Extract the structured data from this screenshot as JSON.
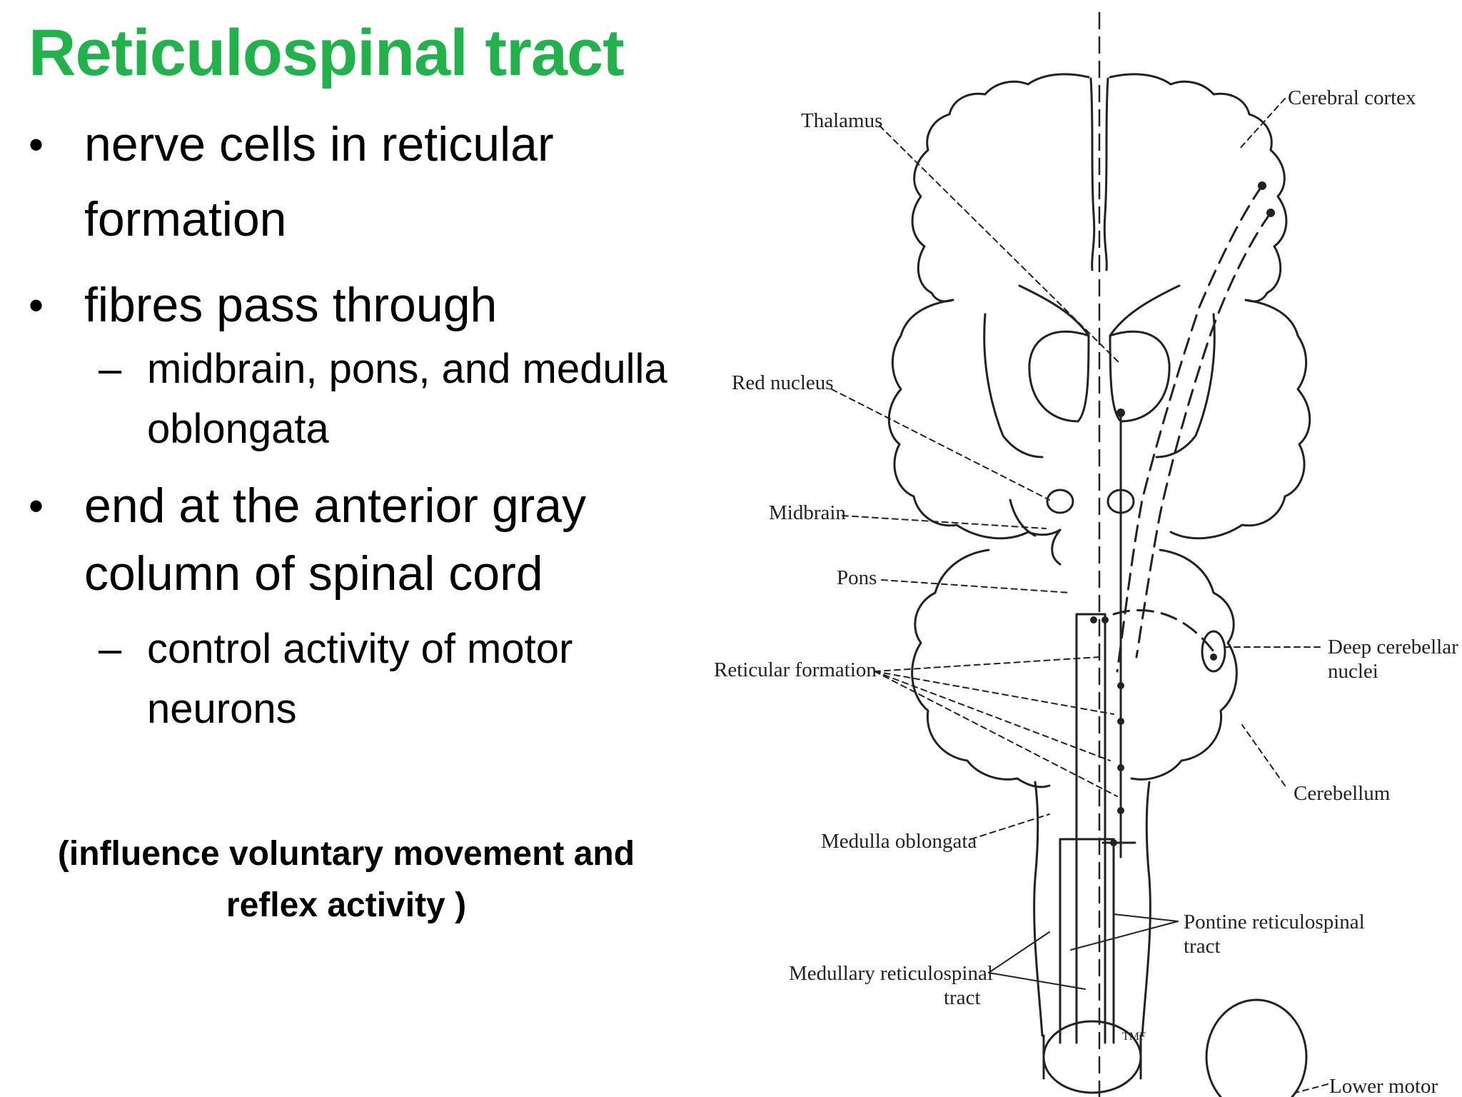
{
  "title": "Reticulospinal tract",
  "bullets": [
    {
      "text": "nerve cells in reticular formation",
      "sub": []
    },
    {
      "text": "fibres pass through",
      "sub": [
        "midbrain, pons, and medulla oblongata"
      ]
    },
    {
      "text": "end  at the anterior gray column of spinal cord",
      "sub": [
        "control activity of motor neurons"
      ]
    }
  ],
  "bullet_glyph": "•",
  "sub_glyph": "–",
  "note": "(influence voluntary movement and reflex activity )",
  "figure": {
    "labels": {
      "thalamus": "Thalamus",
      "cerebral_cortex": "Cerebral cortex",
      "red_nucleus": "Red nucleus",
      "midbrain": "Midbrain",
      "pons": "Pons",
      "deep_cerebellar": "Deep cerebellar",
      "nuclei": "nuclei",
      "reticular_formation": "Reticular formation",
      "cerebellum": "Cerebellum",
      "medulla_oblongata": "Medulla oblongata",
      "pontine_reticulospinal": "Pontine reticulospinal",
      "pontine_tract": "tract",
      "medullary_reticulospinal": "Medullary reticulospinal",
      "medullary_tract": "tract",
      "lower_motor": "Lower motor",
      "tmf": "TMF"
    }
  },
  "colors": {
    "title": "#22b24c",
    "text": "#000000",
    "line": "#222222"
  }
}
